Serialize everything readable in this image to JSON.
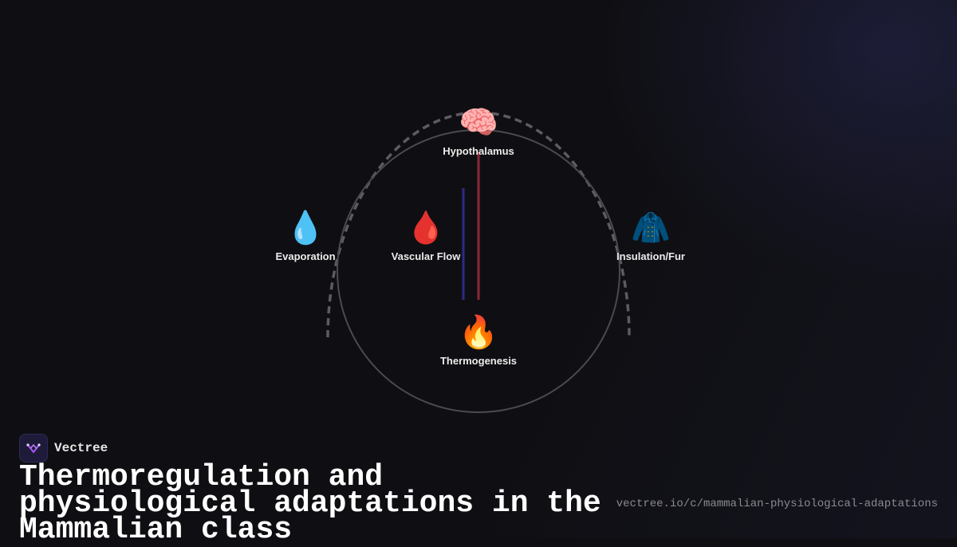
{
  "diagram": {
    "nodes": [
      {
        "id": "hypothalamus",
        "label": "Hypothalamus",
        "icon": "🧠",
        "icon_name": "brain-icon"
      },
      {
        "id": "evaporation",
        "label": "Evaporation",
        "icon": "💧",
        "icon_name": "water-drop-icon"
      },
      {
        "id": "vascular",
        "label": "Vascular Flow",
        "icon": "🩸",
        "icon_name": "blood-drop-icon"
      },
      {
        "id": "insulation",
        "label": "Insulation/Fur",
        "icon": "🧥",
        "icon_name": "coat-icon"
      },
      {
        "id": "thermogenesis",
        "label": "Thermogenesis",
        "icon": "🔥",
        "icon_name": "fire-icon"
      }
    ],
    "colors": {
      "circle": "#4a4a4f",
      "dashed_arc": "#5c5c60",
      "warm_line": "#8b2a35",
      "cool_line": "#2e2a8a"
    }
  },
  "brand": {
    "name": "Vectree",
    "logo_icon": "vectree-logo-icon",
    "accent": "#a855f7"
  },
  "title": "Thermoregulation and physiological adaptations in the Mammalian class",
  "url": "vectree.io/c/mammalian-physiological-adaptations"
}
